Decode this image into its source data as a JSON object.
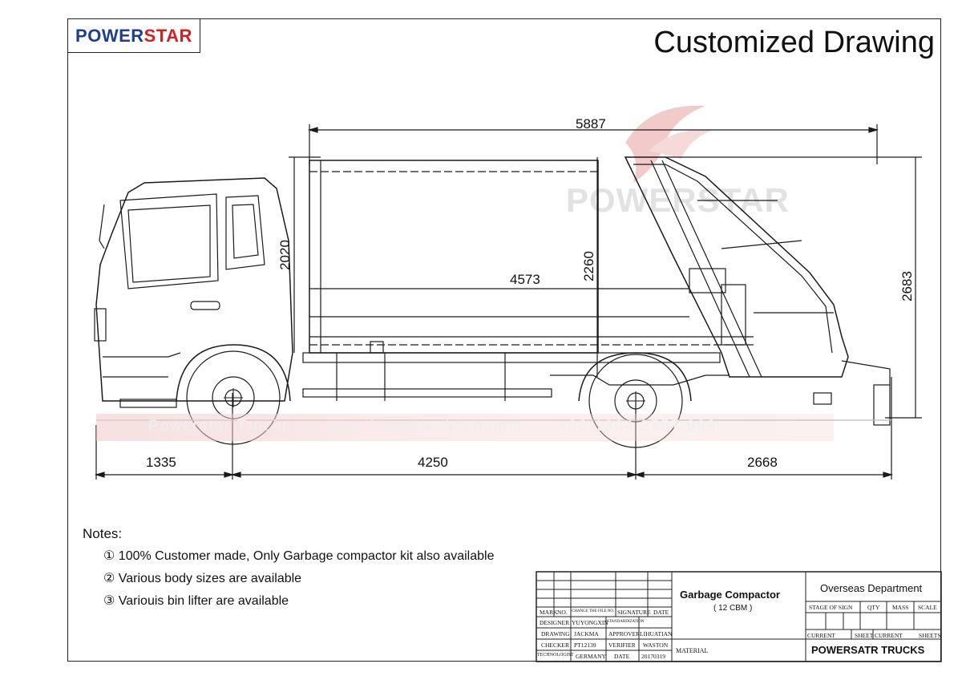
{
  "brand": {
    "part1": "POWER",
    "part2": "STAR",
    "colors": {
      "blue": "#1d3f8f",
      "red": "#d42020"
    }
  },
  "title": "Customized Drawing",
  "dimensions": {
    "overall_length": "5887",
    "body_length": "4573",
    "cab_height": "2020",
    "body_height": "2260",
    "overall_height": "2683",
    "front_overhang": "1335",
    "wheelbase": "4250",
    "rear_overhang": "2668"
  },
  "watermark": {
    "brand": "POWERSTAR",
    "strip": "Powerstar Trucks      www.Isuzutruckscn.com      +86 1304 2757 999"
  },
  "notes": {
    "heading": "Notes:",
    "items": [
      "① 100% Customer made, Only Garbage compactor kit also available",
      "②  Various body sizes are available",
      "③  Variouis bin lifter are available"
    ]
  },
  "title_block": {
    "product": "Garbage Compactor",
    "capacity": "( 12 CBM )",
    "department": "Overseas Department",
    "company": "POWERSATR TRUCKS",
    "material_label": "MATERIAL",
    "header_row": [
      "MARK",
      "NO.",
      "CHANGE THE FILE NO.",
      "SIGNATURE",
      "DATE"
    ],
    "rows": [
      [
        "DESIGNER",
        "YUYONGXIN",
        "STANDARDIZATION",
        ""
      ],
      [
        "DRAWING",
        "JACKMA",
        "APPROVER",
        "LIHUATIAN"
      ],
      [
        "CHECKER",
        "PT12139",
        "VERIFIER",
        "WASTON"
      ],
      [
        "TECHNOLOGIST",
        "GERMANY",
        "DATE",
        "20170319"
      ]
    ],
    "right_header": [
      "STAGE OF SIGN",
      "QTY",
      "MASS",
      "SCALE"
    ],
    "right_footer": [
      "CURRENT",
      "SHEET",
      "CURRENT",
      "SHEETS"
    ]
  }
}
